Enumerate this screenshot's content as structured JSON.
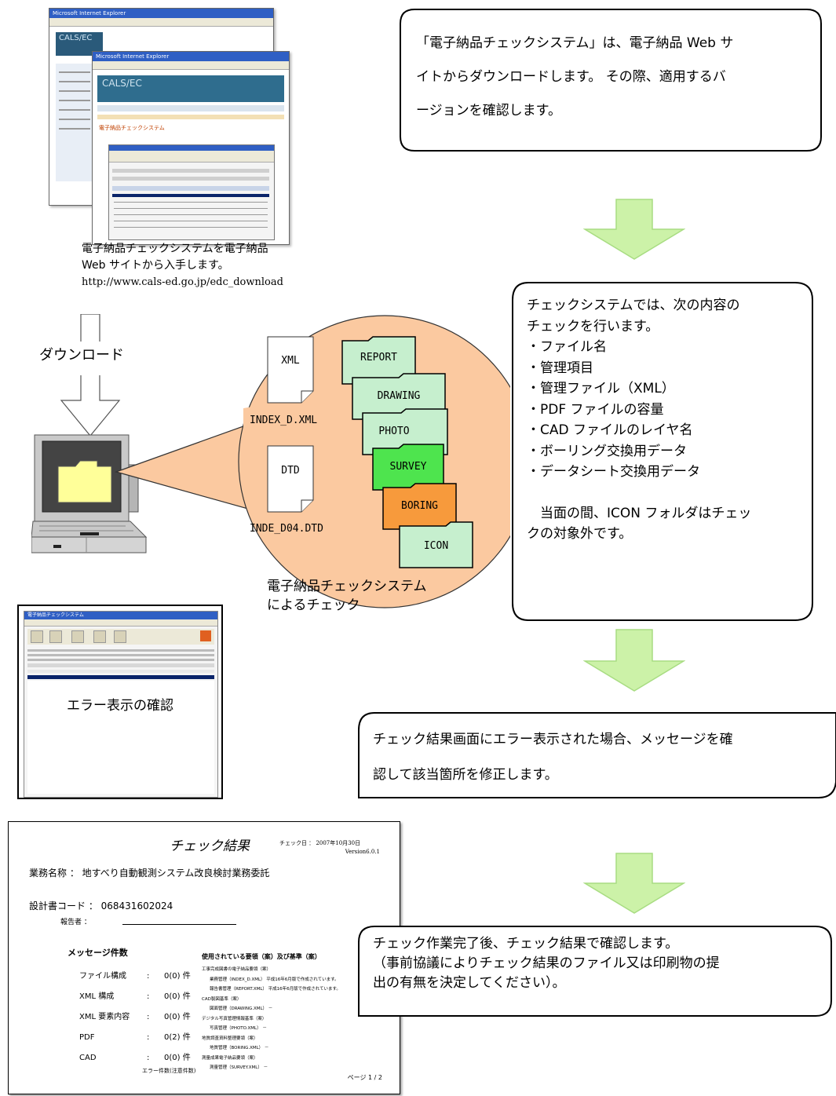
{
  "intro": {
    "text_line1": "「電子納品チェックシステム」は、電子納品 Web サ",
    "text_line2": "イトからダウンロードします。 その際、適用するバ",
    "text_line3": "ージョンを確認します。"
  },
  "website_caption": {
    "line1": "電子納品チェックシステムを電子納品",
    "line2": "Web サイトから入手します。",
    "url": "http://www.cals-ed.go.jp/edc_download"
  },
  "website_mock": {
    "back_title": "Microsoft Internet Explorer",
    "front_title": "Microsoft Internet Explorer",
    "logo": "CALS/EC",
    "page_heading": "電子納品チェックシステム"
  },
  "download": {
    "label": "ダウンロード"
  },
  "files": {
    "xml_icon": "XML",
    "xml_name": "INDEX_D.XML",
    "dtd_icon": "DTD",
    "dtd_name": "INDE_D04.DTD"
  },
  "folders": [
    {
      "label": "REPORT",
      "color": "#c6efce"
    },
    {
      "label": "DRAWING",
      "color": "#c6efce"
    },
    {
      "label": "PHOTO",
      "color": "#c6efce"
    },
    {
      "label": "SURVEY",
      "color": "#4ee44e"
    },
    {
      "label": "BORING",
      "color": "#f79a3c"
    },
    {
      "label": "ICON",
      "color": "#c6efce"
    }
  ],
  "circle_caption": {
    "line1": "電子納品チェックシステム",
    "line2": "によるチェック"
  },
  "check_box": {
    "line1": "チェックシステムでは、次の内容の",
    "line2": "チェックを行います。",
    "items": [
      "・ファイル名",
      "・管理項目",
      "・管理ファイル（XML）",
      "・PDF ファイルの容量",
      "・CAD ファイルのレイヤ名",
      "・ボーリング交換用データ",
      "・データシート交換用データ"
    ],
    "note_line1": "当面の間、ICON フォルダはチェッ",
    "note_line2": "クの対象外です。"
  },
  "error_screen": {
    "title": "電子納品チェックシステム",
    "label": "エラー表示の確認"
  },
  "error_box": {
    "line1": "チェック結果画面にエラー表示された場合、メッセージを確",
    "line2": "認して該当箇所を修正します。"
  },
  "report": {
    "title": "チェック結果",
    "check_date": "チェック日 ： 2007年10月30日",
    "version": "Version6.0.1",
    "business_name": "業務名称 ： 地すべり自動観測システム改良検討業務委託",
    "design_code": "設計書コード ： 068431602024",
    "reporter": "報告者 ：",
    "message_count_heading": "メッセージ件数",
    "rows": [
      {
        "name": "ファイル構成",
        "colon": ":",
        "count": "0(0) 件"
      },
      {
        "name": "XML 構成",
        "colon": ":",
        "count": "0(0) 件"
      },
      {
        "name": "XML 要素内容",
        "colon": ":",
        "count": "0(0) 件"
      },
      {
        "name": "PDF",
        "colon": ":",
        "count": "0(2) 件"
      },
      {
        "name": "CAD",
        "colon": ":",
        "count": "0(0) 件"
      }
    ],
    "error_note": "エラー件数(注意件数)",
    "standards_heading": "使用されている要領（案）及び基準（案）",
    "standards": [
      "工事完成図書の電子納品要領（案）",
      "業務管理（INDEX_D.XML） 平成16年6月版で作成されています。",
      "報告書管理（REPORT.XML） 平成16年6月版で作成されています。",
      "CAD製図基準（案）",
      "図面管理（DRAWING.XML） －",
      "デジタル写真管理情報基準（案）",
      "写真管理（PHOTO.XML） －",
      "地質調査資料整理要領（案）",
      "地質管理（BORING.XML） －",
      "測量成果電子納品要領（案）",
      "測量管理（SURVEY.XML） －"
    ],
    "page": "ページ 1 / 2"
  },
  "final_box": {
    "line1": "チェック作業完了後、チェック結果で確認します。",
    "line2": "（事前協議によりチェック結果のファイル又は印刷物の提",
    "line3": "出の有無を決定してください）。"
  },
  "colors": {
    "arrow_fill": "#ccf2a8",
    "arrow_stroke": "#a8dc82",
    "circle_fill": "#fbc9a0",
    "folder_light": "#c6efce",
    "folder_survey": "#4ee44e",
    "folder_boring": "#f79a3c",
    "monitor_folder": "#ffff99"
  }
}
